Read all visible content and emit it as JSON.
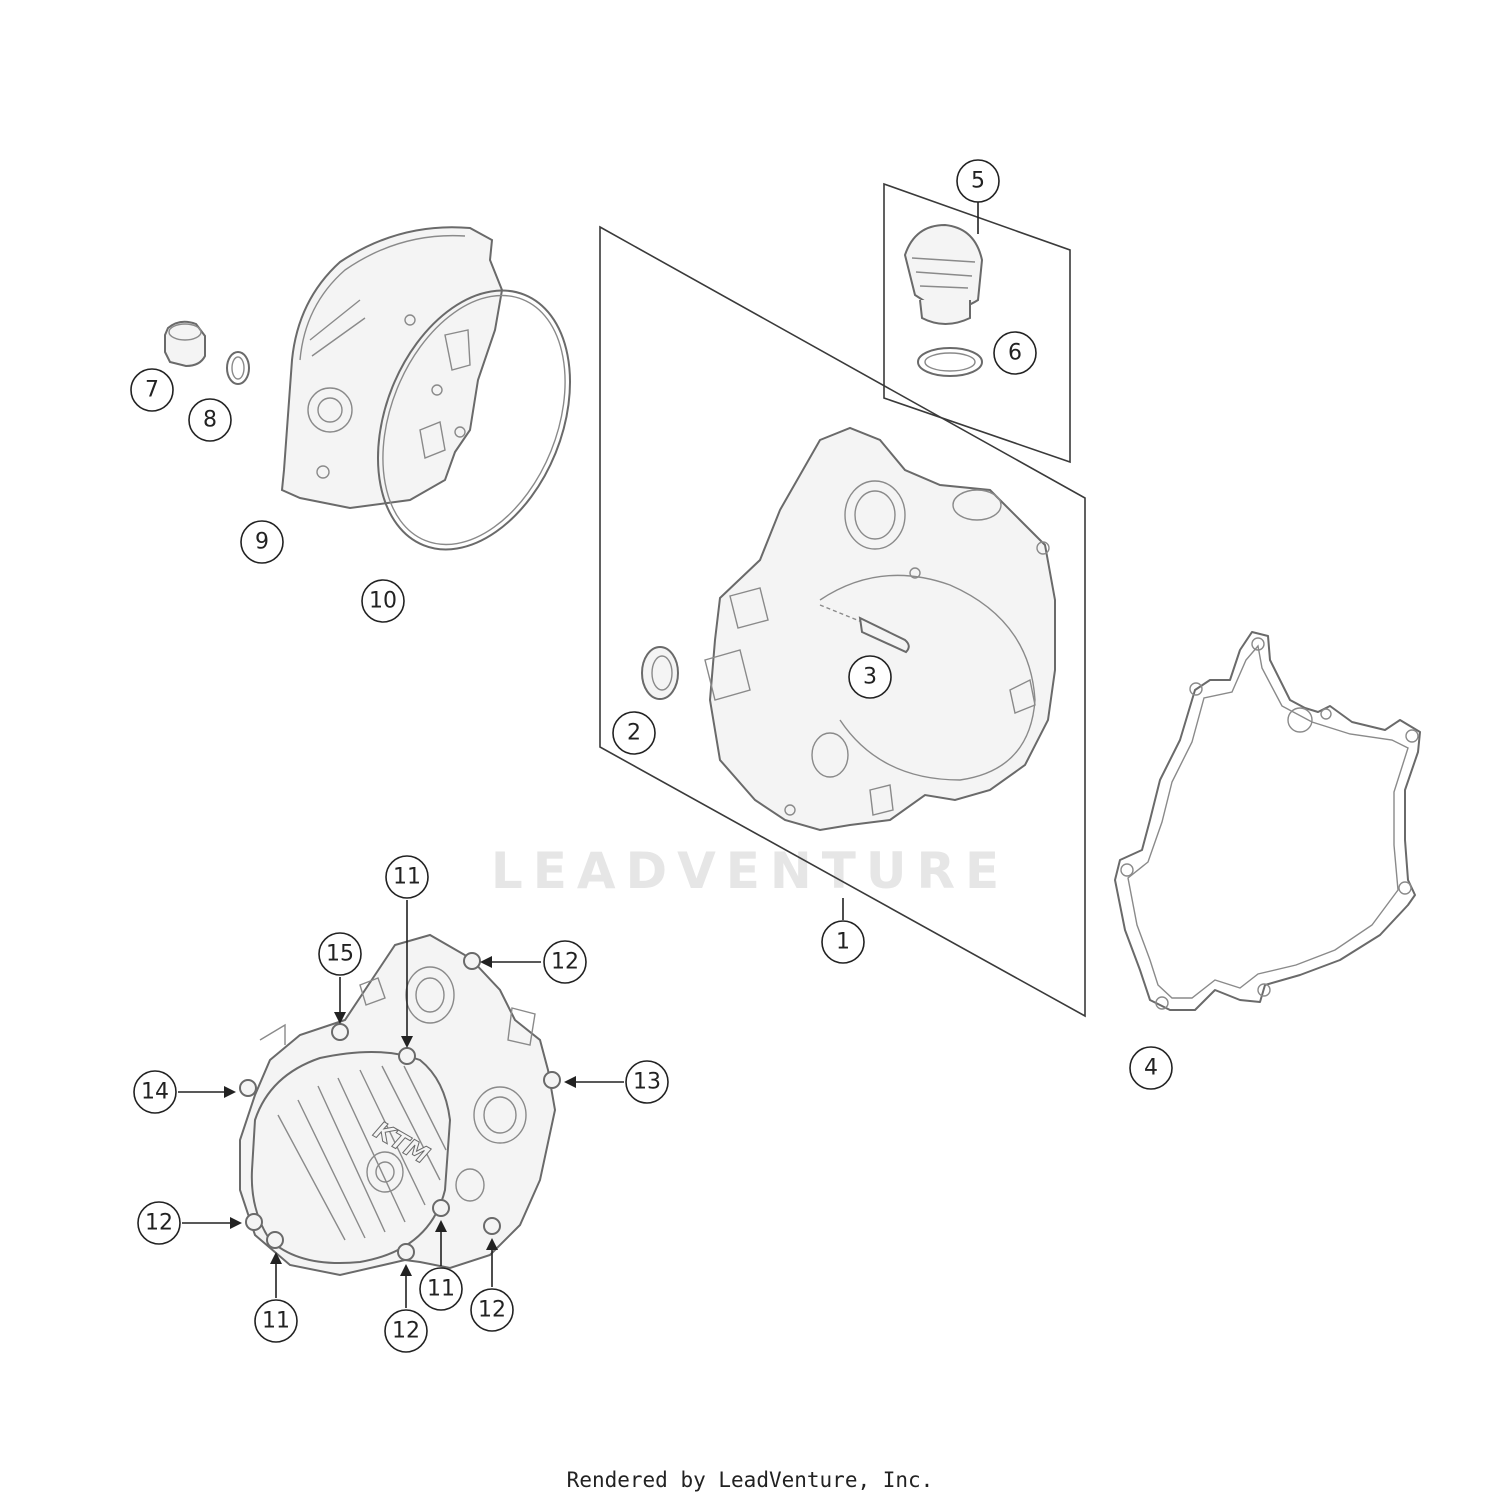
{
  "callouts": {
    "c1": "1",
    "c2": "2",
    "c3": "3",
    "c4": "4",
    "c5": "5",
    "c6": "6",
    "c7": "7",
    "c8": "8",
    "c9": "9",
    "c10": "10",
    "c11a": "11",
    "c11b": "11",
    "c11c": "11",
    "c12a": "12",
    "c12b": "12",
    "c12c": "12",
    "c12d": "12",
    "c13": "13",
    "c14": "14",
    "c15": "15"
  },
  "watermark": "LEADVENTURE",
  "cover_logo": "KTM",
  "footer": "Rendered by LeadVenture, Inc.",
  "colors": {
    "line": "#6a6a6a",
    "callout": "#222222",
    "watermark": "#e6e6e6"
  }
}
